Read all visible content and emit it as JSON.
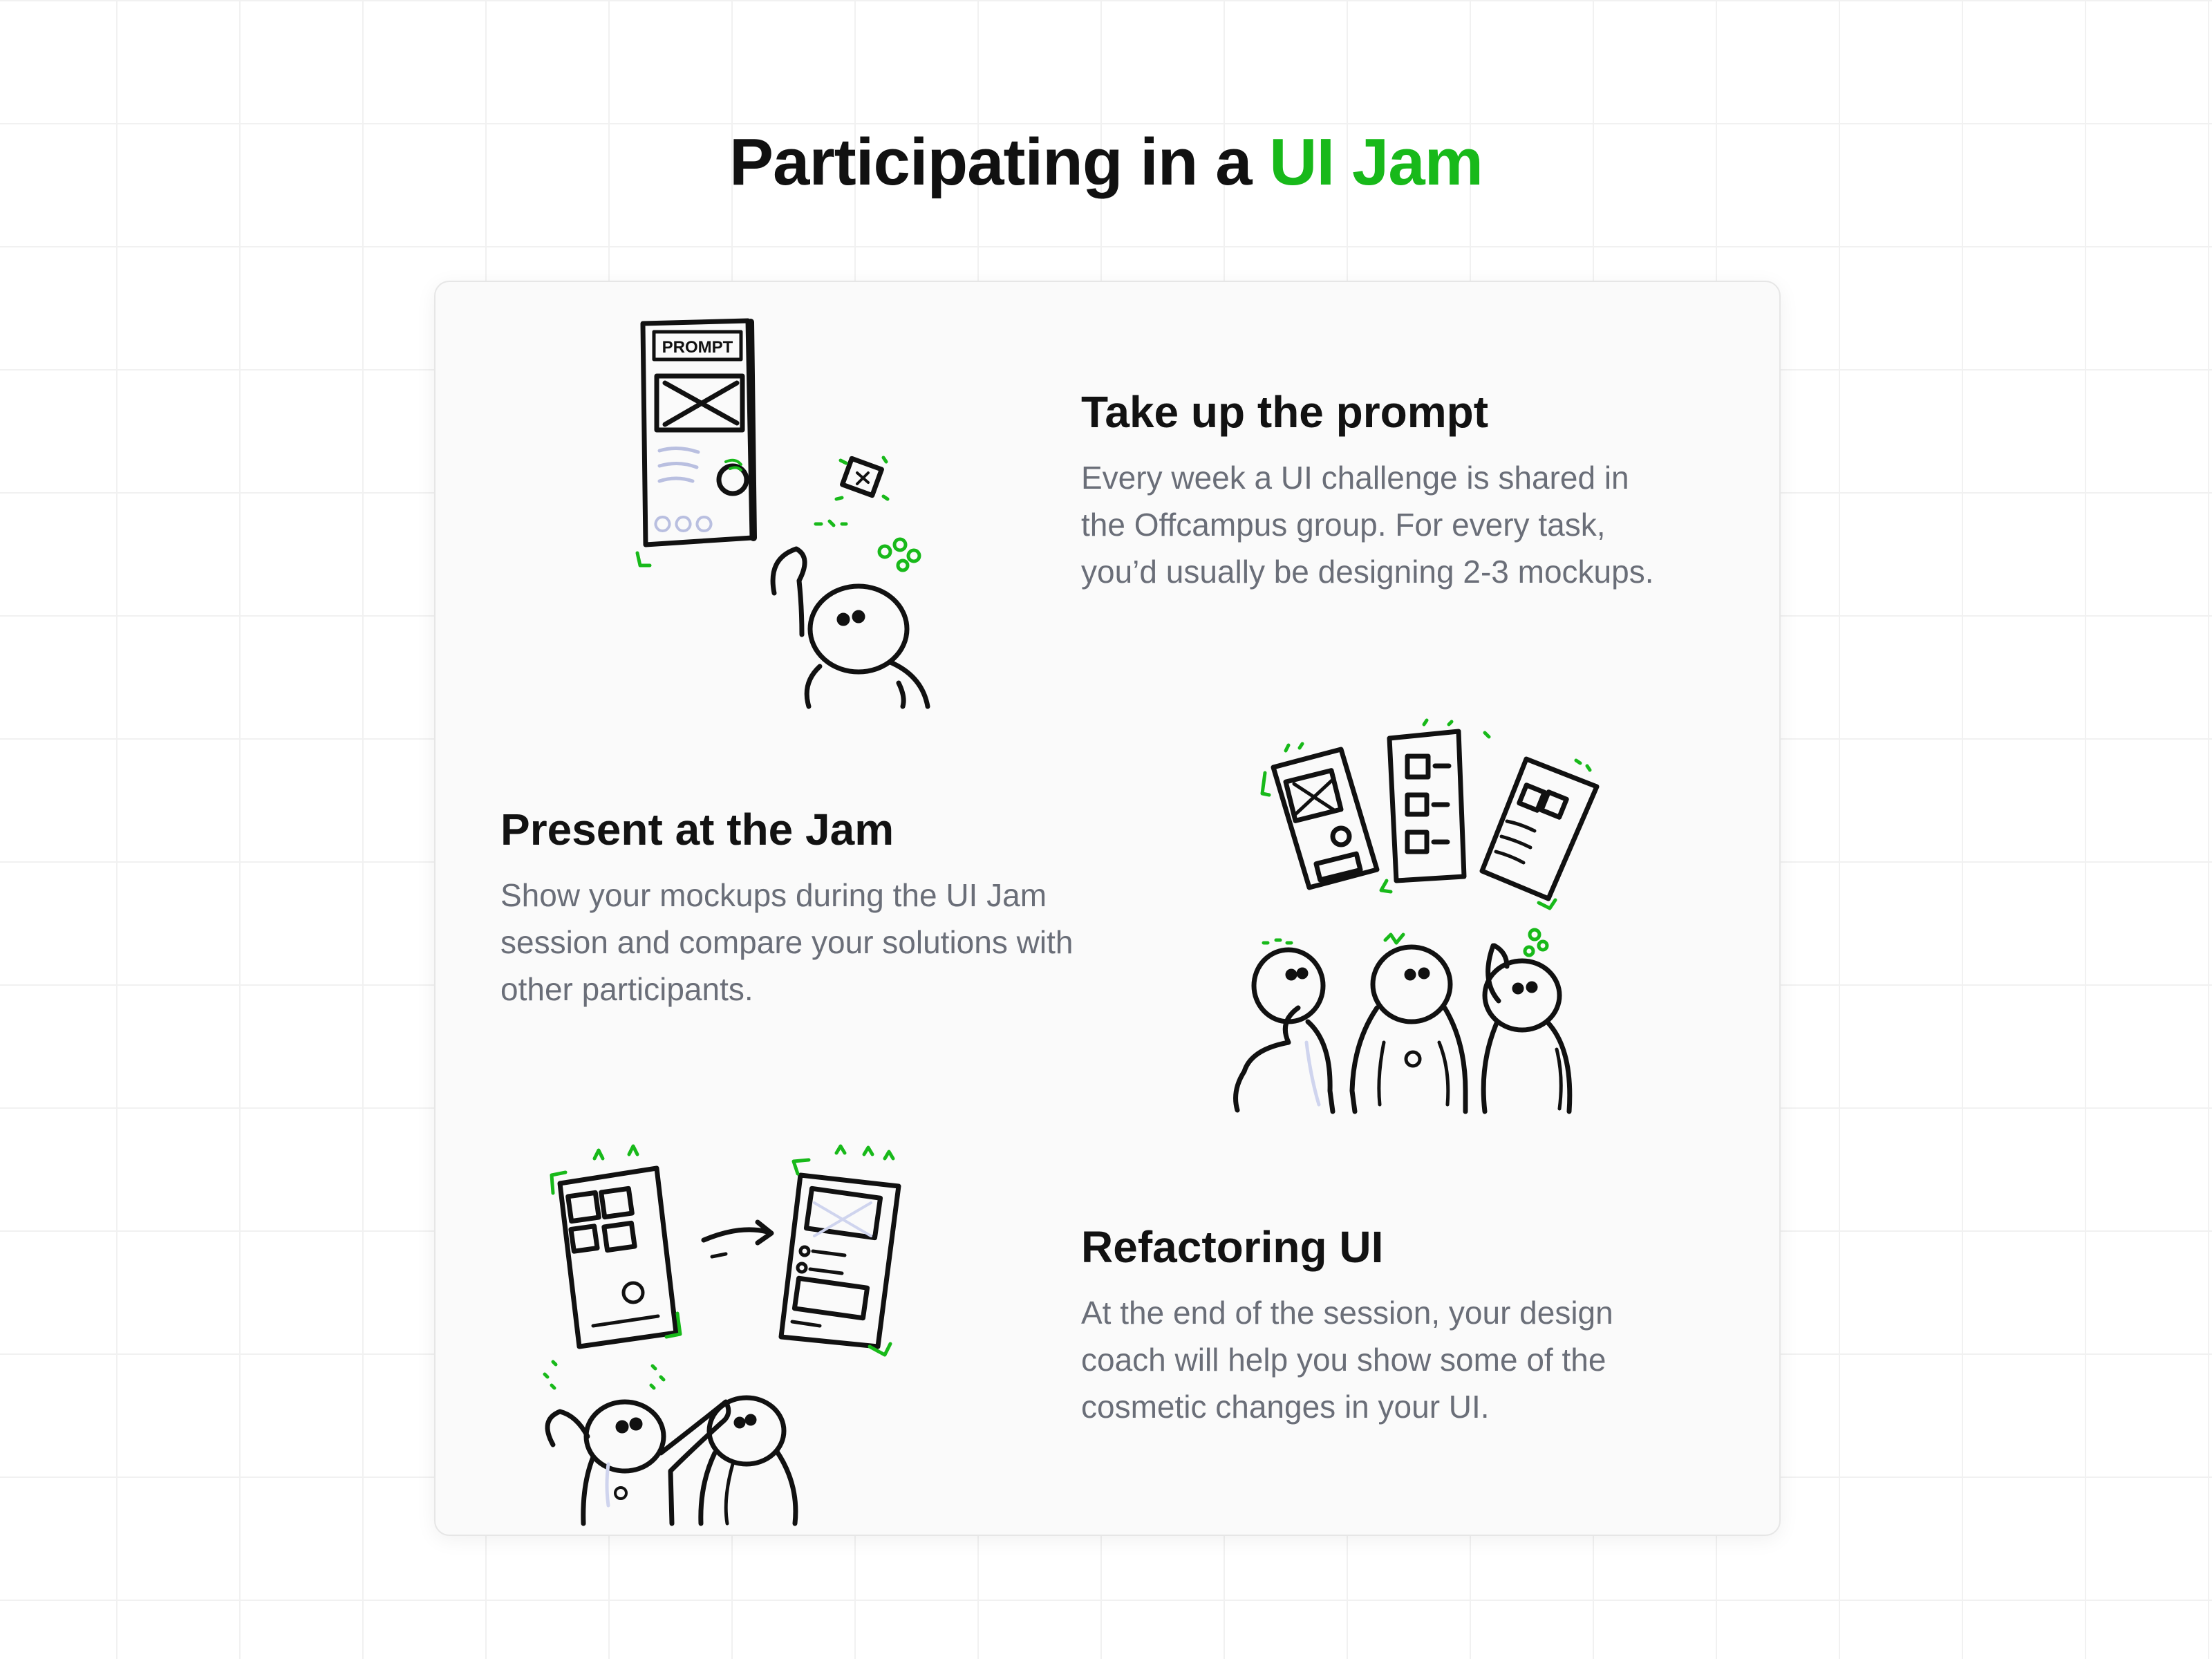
{
  "title": {
    "main": "Participating in a ",
    "accent": "UI Jam"
  },
  "colors": {
    "accent": "#18b91a",
    "ink": "#111111",
    "body": "#6a6e78",
    "card": "#fafafa"
  },
  "steps": [
    {
      "heading": "Take up the prompt",
      "body_lines": [
        "Every week a UI challenge is shared in",
        "the Offcampus group. For every task,",
        "you’d usually be designing 2-3 mockups."
      ],
      "illustration": {
        "icon": "person-with-prompt-icon",
        "label": "PROMPT"
      }
    },
    {
      "heading": "Present at the Jam",
      "body_lines": [
        "Show your mockups during the UI Jam",
        "session and compare your solutions with",
        "other participants."
      ],
      "illustration": {
        "icon": "people-presenting-mockups-icon"
      }
    },
    {
      "heading": "Refactoring UI",
      "body_lines": [
        "At the end of the session, your design",
        "coach will help you show some of the",
        "cosmetic changes in your UI."
      ],
      "illustration": {
        "icon": "refactoring-mockups-icon"
      }
    }
  ]
}
